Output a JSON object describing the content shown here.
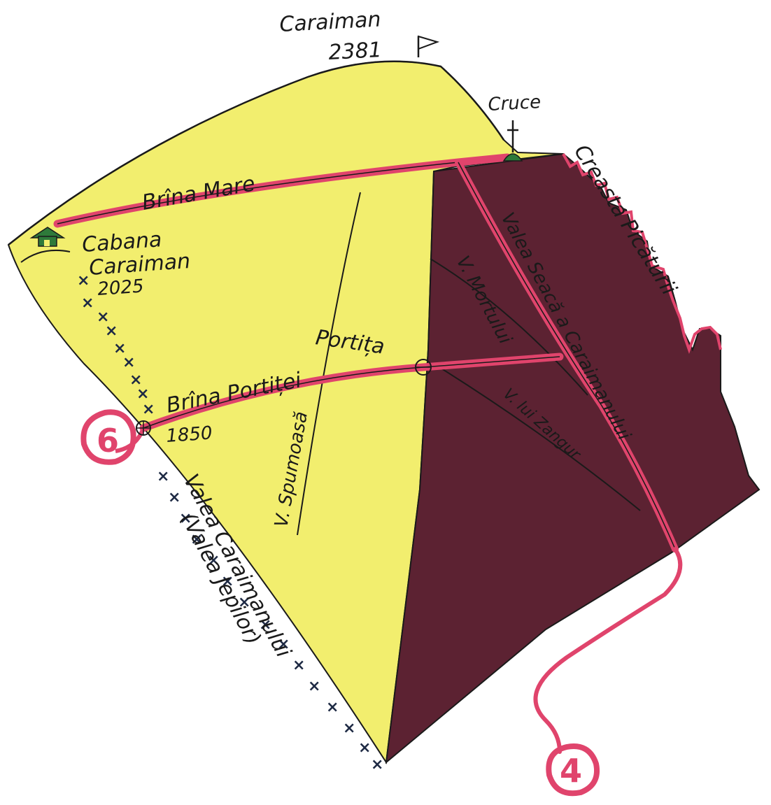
{
  "colors": {
    "paper": "#ffffff",
    "meadow_yellow": "#f2ee6e",
    "rock_maroon": "#5c2232",
    "route_red": "#e0446c",
    "trail_dark": "#1e2a44",
    "ink": "#1a1a1a",
    "hut_green": "#2e7a3a"
  },
  "labels": {
    "peak_name": "Caraiman",
    "peak_altitude": "2381",
    "cross": "Cruce",
    "ridge": "Creasta Picăturii",
    "hut_name_1": "Cabana",
    "hut_name_2": "Caraiman",
    "hut_altitude": "2025",
    "ledge_upper": "Brîna Mare",
    "ledge_lower": "Brîna Portiței",
    "gate": "Portița",
    "junction_altitude": "1850",
    "valley_dead": "V. Mortului",
    "valley_dry": "Valea Seacă a Caraimanului",
    "valley_zangur": "V. lui Zangur",
    "valley_foamy": "V. Spumoasă",
    "valley_caraiman": "Valea Caraimanului",
    "valley_jepi": "(Valea Jepilor)"
  },
  "routes": {
    "route_left": "6",
    "route_right": "4"
  },
  "icons": {
    "peak_flag": "flag-icon",
    "cross": "cross-icon",
    "hut": "hut-icon",
    "trail_marks": "cross-trail-marker-icon"
  }
}
